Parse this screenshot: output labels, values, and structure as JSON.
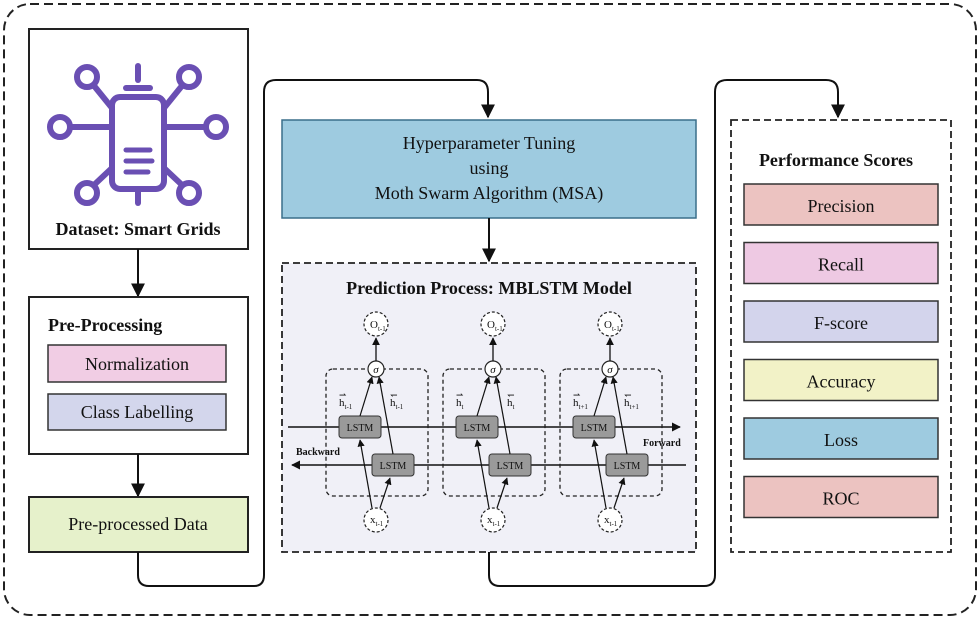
{
  "dataset": {
    "label": "Dataset: Smart Grids",
    "icon": "battery-network-icon"
  },
  "preprocessing": {
    "title": "Pre-Processing",
    "steps": [
      {
        "label": "Normalization",
        "color": "#f1cde4"
      },
      {
        "label": "Class Labelling",
        "color": "#d3d6ec"
      }
    ]
  },
  "preprocessed": {
    "label": "Pre-processed Data",
    "color": "#e6f1cb"
  },
  "tuning": {
    "lines": [
      "Hyperparameter Tuning",
      "using",
      "Moth Swarm Algorithm (MSA)"
    ],
    "color": "#9ecbe0"
  },
  "prediction": {
    "title": "Prediction Process: MBLSTM Model",
    "backward_label": "Backward",
    "forward_label": "Forward",
    "lstm_label": "LSTM",
    "sigma_label": "σ",
    "cells": [
      {
        "output": "O",
        "output_sub": "t-1",
        "input": "x",
        "input_sub": "t-1",
        "h_fwd_sub": "t-1",
        "h_bwd_sub": "t-1"
      },
      {
        "output": "O",
        "output_sub": "t-1",
        "input": "x",
        "input_sub": "t-1",
        "h_fwd_sub": "t",
        "h_bwd_sub": "t"
      },
      {
        "output": "O",
        "output_sub": "t-1",
        "input": "x",
        "input_sub": "t-1",
        "h_fwd_sub": "t+1",
        "h_bwd_sub": "t+1"
      }
    ]
  },
  "performance": {
    "title": "Performance Scores",
    "items": [
      {
        "label": "Precision",
        "color": "#ecc3c1"
      },
      {
        "label": "Recall",
        "color": "#eec9e3"
      },
      {
        "label": "F-score",
        "color": "#d3d4ec"
      },
      {
        "label": "Accuracy",
        "color": "#f2f2c7"
      },
      {
        "label": "Loss",
        "color": "#9ecbe0"
      },
      {
        "label": "ROC",
        "color": "#ecc3c1"
      }
    ]
  },
  "colors": {
    "icon": "#6a4fb3",
    "lstm_fill": "#9a9a9a",
    "panel_fill": "#f0f0f7"
  }
}
